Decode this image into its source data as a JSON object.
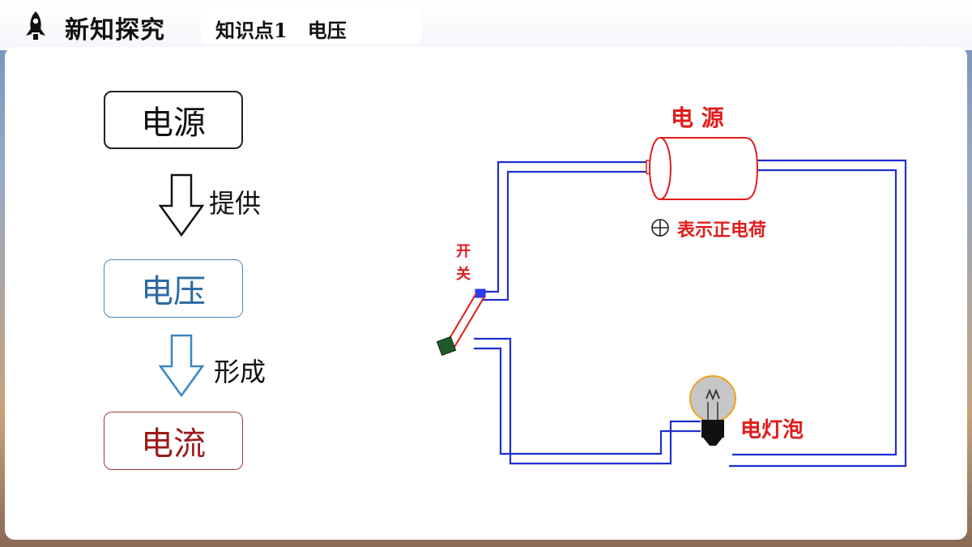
{
  "header": {
    "section_title": "新知探究",
    "tab_label": "知识点1   电压"
  },
  "flow": {
    "source": "电源",
    "provide": "提供",
    "voltage": "电压",
    "form": "形成",
    "current": "电流"
  },
  "circuit": {
    "power_label": "电 源",
    "positive_charge_label": "表示正电荷",
    "switch_label_1": "开",
    "switch_label_2": "关",
    "bulb_label": "电灯泡"
  },
  "colors": {
    "wire": "#1f2fcf",
    "label_red": "#e11c1c",
    "voltage_blue": "#2a6aa3",
    "current_red": "#9a1a1a"
  }
}
